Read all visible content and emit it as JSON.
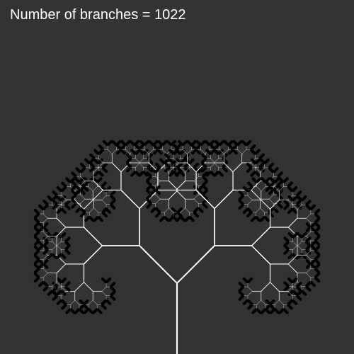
{
  "app": {
    "title_prefix": "Number of branches =",
    "branch_count": "1022"
  },
  "theme": {
    "background": "#333333",
    "branch_color": "#ffffff",
    "leaf_color": "#000000"
  },
  "tree": {
    "depth": 9,
    "branch_angle_deg": 45,
    "length_ratio": 0.7
  }
}
